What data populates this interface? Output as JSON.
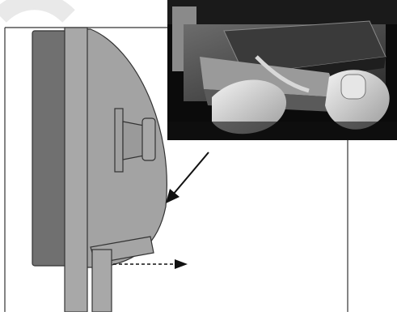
{
  "figure": {
    "title": "",
    "caption": "",
    "labels": []
  },
  "components": {
    "main_illustration": "drive-bezel-side-view",
    "photo_inset": "hands-installing-drive-photo",
    "direction_arrow": "diagonal-arrow",
    "motion_arrow": "dashed-right-arrow"
  },
  "colors": {
    "panel_gray": "#9a9a9a",
    "bezel_dark": "#6f6f6f",
    "bezel_light": "#b8b8b8",
    "outline": "#333333",
    "arrow": "#111111",
    "photo_bg": "#0b0b0b"
  }
}
